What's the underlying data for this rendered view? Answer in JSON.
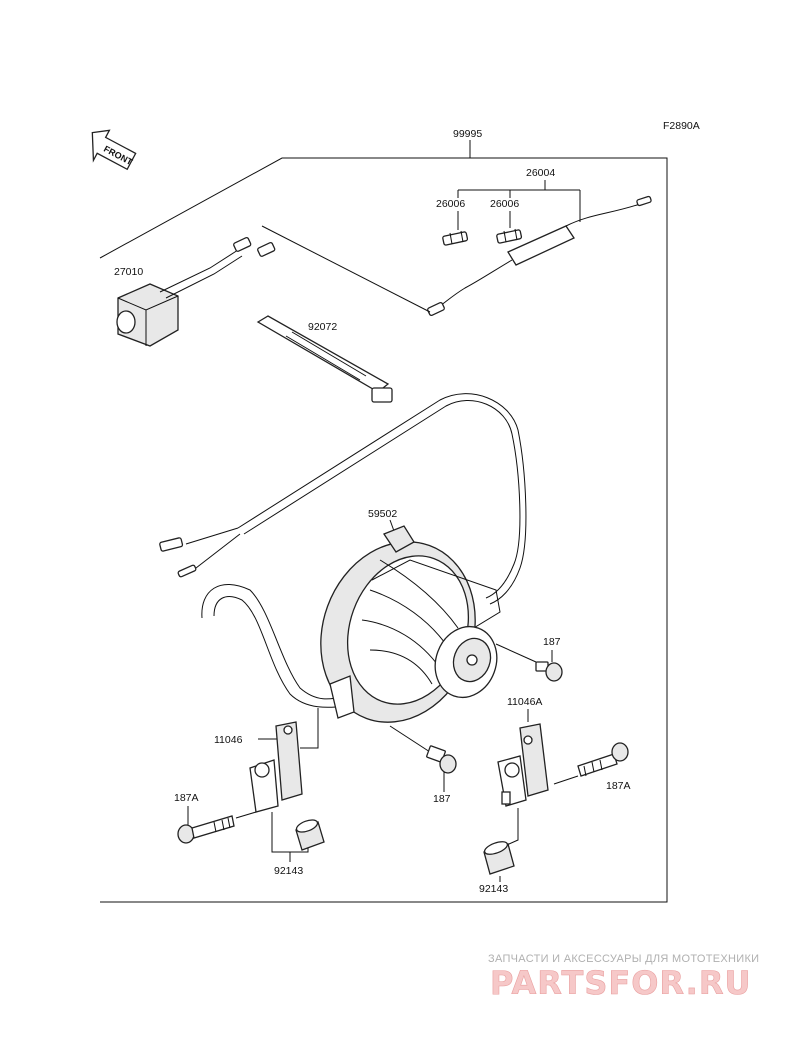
{
  "diagram": {
    "figure_code": "F2890A",
    "front_label": "FRONT",
    "labels": {
      "harness_kit": "99995",
      "fuse_holder": "26004",
      "fuse_left": "26006",
      "fuse_right": "26006",
      "switch": "27010",
      "band": "92072",
      "fan": "59502",
      "bolt_fan_right": "187",
      "bracket_left": "11046",
      "bracket_right": "11046A",
      "bolt_left": "187A",
      "bolt_center": "187",
      "bolt_right": "187A",
      "collar_left": "92143",
      "collar_right": "92143"
    }
  },
  "watermark": {
    "tagline": "ЗАПЧАСТИ И АКСЕССУАРЫ ДЛЯ МОТОТЕХНИКИ",
    "brand": "PARTSFOR.RU"
  }
}
